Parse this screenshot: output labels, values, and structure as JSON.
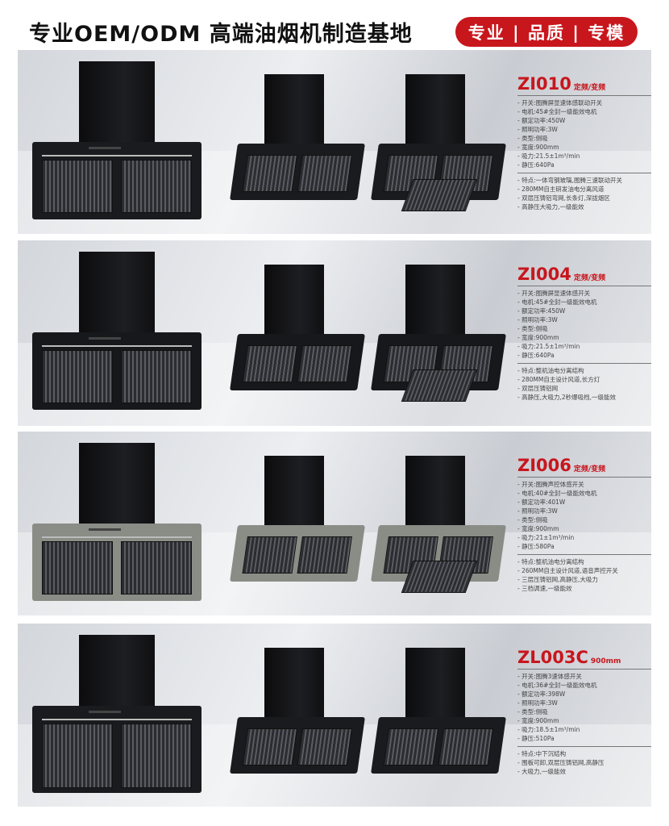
{
  "header": {
    "title": "专业OEM/ODM 高端油烟机制造基地",
    "badge": "专业 | 品质 | 专模"
  },
  "products": [
    {
      "model": "ZI010",
      "tag": "定频/变频",
      "body_color": "#1a1b1e",
      "specs": [
        "- 开关:图腾屏显速体感联动开关",
        "- 电机:45#全封一级能效电机",
        "- 额定功率:450W",
        "- 照明功率:3W",
        "- 类型:侧吸",
        "- 宽度:900mm",
        "- 吸力:21.5±1m³/min",
        "- 静压:640Pa"
      ],
      "features": [
        "- 特点:一体弯钢玻璃,图腾三速联动开关",
        "- 280MM自主研发油电分离风道",
        "- 双层压铸铝弯网,长条灯,深拢烟区",
        "- 高静压大吸力,一级能效"
      ]
    },
    {
      "model": "ZI004",
      "tag": "定频/变频",
      "body_color": "#16181b",
      "specs": [
        "- 开关:图腾屏显速体感开关",
        "- 电机:45#全封一级能效电机",
        "- 额定功率:450W",
        "- 照明功率:3W",
        "- 类型:侧吸",
        "- 宽度:900mm",
        "- 吸力:21.5±1m³/min",
        "- 静压:640Pa"
      ],
      "features": [
        "- 特点:整机油电分离结构",
        "- 280MM自主设计风道,长方灯",
        "- 双层压铸铝网",
        "- 高静压,大吸力,2秒爆吸档,一级能效"
      ]
    },
    {
      "model": "ZI006",
      "tag": "定频/变频",
      "body_color": "#8a8d86",
      "specs": [
        "- 开关:图腾声控体感开关",
        "- 电机:40#全封一级能效电机",
        "- 额定功率:401W",
        "- 照明功率:3W",
        "- 类型:侧吸",
        "- 宽度:900mm",
        "- 吸力:21±1m³/min",
        "- 静压:580Pa"
      ],
      "features": [
        "- 特点:整机油电分离结构",
        "- 260MM自主设计风道,语音声控开关",
        "- 三层压铸铝网,高静压,大吸力",
        "- 三档调速,一级能效"
      ]
    },
    {
      "model": "ZL003C",
      "tag": "900mm",
      "body_color": "#1a1b1e",
      "specs": [
        "- 开关:图腾3速体感开关",
        "- 电机:36#全封一级能效电机",
        "- 额定功率:398W",
        "- 照明功率:3W",
        "- 类型:侧吸",
        "- 宽度:900mm",
        "- 吸力:18.5±1m³/min",
        "- 静压:510Pa"
      ],
      "features": [
        "- 特点:中下沉结构",
        "- 围板可卸,双层压铸铝网,高静压",
        "- 大吸力,一级能效"
      ]
    }
  ]
}
